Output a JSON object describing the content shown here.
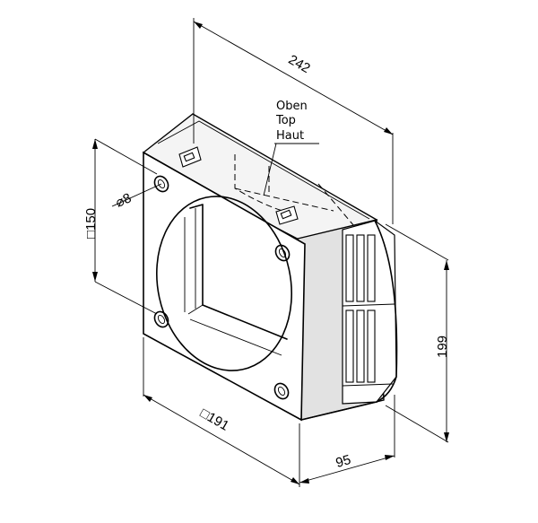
{
  "dimensions": {
    "depth": "242",
    "height": "199",
    "width_side": "95",
    "front_square": "□191",
    "hole_square": "□150",
    "hole_diameter": "⌀8"
  },
  "label": {
    "line1": "Oben",
    "line2": "Top",
    "line3": "Haut"
  }
}
